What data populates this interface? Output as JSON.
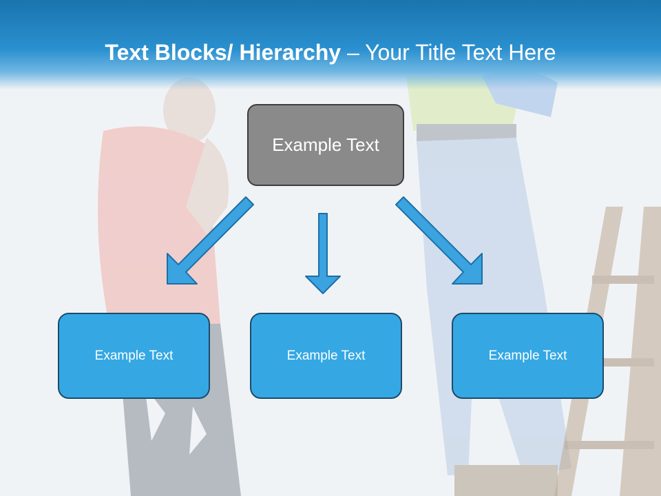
{
  "slide": {
    "title_bold": "Text Blocks/ Hierarchy",
    "title_rest": " – Your Title Text Here"
  },
  "diagram": {
    "top_node": {
      "label": "Example Text"
    },
    "child_nodes": [
      {
        "label": "Example Text"
      },
      {
        "label": "Example Text"
      },
      {
        "label": "Example Text"
      }
    ]
  },
  "colors": {
    "header": "#2a90cf",
    "top_node_fill": "#8a8a8a",
    "child_node_fill": "#35a8e4",
    "arrow_fill": "#3aa3e0"
  }
}
